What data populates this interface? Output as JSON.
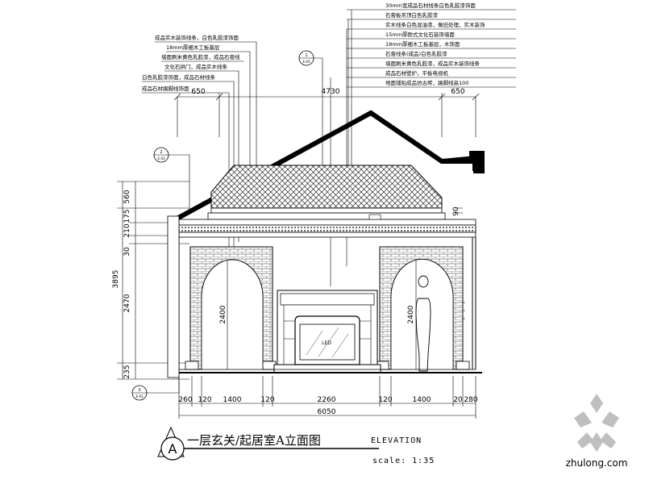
{
  "title": {
    "marker": "A",
    "text_cn": "一层玄关/起居室A立面图",
    "text_en": "ELEVATION",
    "scale": "scale: 1:35"
  },
  "dims_top": [
    "650",
    "4730",
    "650"
  ],
  "dims_bottom": [
    "260",
    "120",
    "1400",
    "120",
    "2260",
    "120",
    "1400",
    "20",
    "280"
  ],
  "dim_total_bottom": "6050",
  "dims_left": [
    "560",
    "175",
    "210",
    "30",
    "2470",
    "235"
  ],
  "dim_left_total": "3895",
  "dim_arch_height": "2400",
  "dim_right_small": "90",
  "tv_label": "LED",
  "section_markers": [
    {
      "top": "1",
      "bottom": "E-03"
    },
    {
      "top": "2",
      "bottom": "E-03"
    },
    {
      "top": "3",
      "bottom": "E-03"
    }
  ],
  "notes_right": [
    "30mm宽成品石材线条白色乳胶漆饰面",
    "石膏板吊顶白色乳胶漆",
    "实木线条白色混油漆，做旧处理，实木装饰",
    "15mm厚欧式文化石装饰墙面",
    "18mm厚细木工板基层，木饰面",
    "石膏线条(成品)白色乳胶漆",
    "墙面刷米黄色乳胶漆，成品实木装饰线条",
    "成品石材壁炉，平板电视机",
    "地面铺贴成品仿古砖，踢脚线高100"
  ],
  "notes_left": [
    "成品实木装饰线条，白色乳胶漆饰面",
    "18mm厚细木工板基层",
    "墙面刷米黄色乳胶漆，成品石膏线",
    "文化石拱门，成品实木线条",
    "白色乳胶漆饰面，成品石材线条",
    "成品石材踢脚线饰面"
  ],
  "watermark": "zhulong.com"
}
